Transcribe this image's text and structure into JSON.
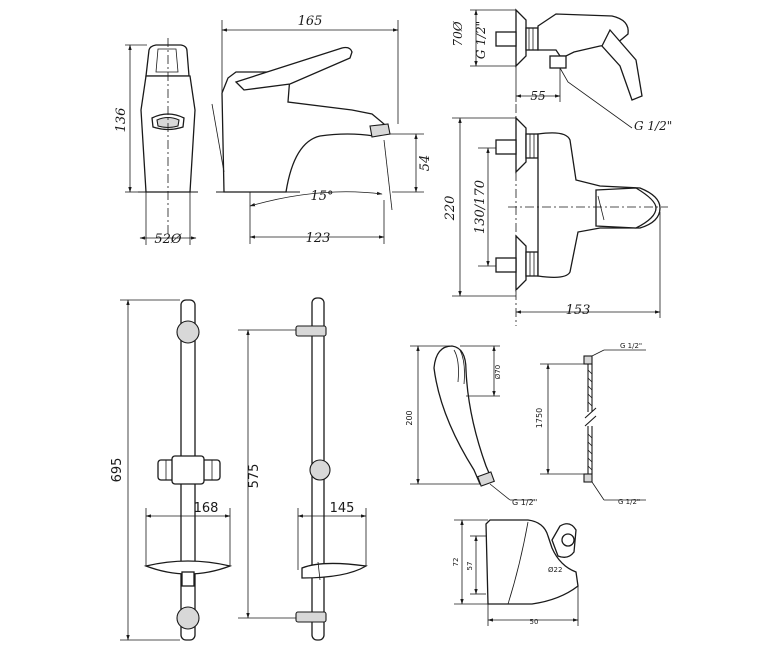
{
  "basin_mixer": {
    "front_height": "136",
    "base_diameter": "52Ø",
    "overall_length": "165",
    "spout_height": "54",
    "swivel_angle": "15°",
    "spout_reach": "123"
  },
  "shower_mixer": {
    "top_flange_diameter": "70Ø",
    "top_connection": "G 1/2\"",
    "side_offset": "55",
    "outlet_connection": "G 1/2\"",
    "height": "220",
    "centres": "130/170",
    "depth": "153"
  },
  "slide_bar_front": {
    "height": "695",
    "tray_width": "168"
  },
  "slide_bar_side": {
    "height": "575",
    "depth": "145"
  },
  "hand_shower": {
    "length": "200",
    "head_diameter": "Ø70",
    "connection": "G 1/2\""
  },
  "hose": {
    "length": "1750",
    "top_connection": "G 1/2\"",
    "bottom_connection": "G 1/2\""
  },
  "wall_holder": {
    "height": "72",
    "inner_height": "57",
    "width": "50",
    "bore": "Ø22"
  }
}
